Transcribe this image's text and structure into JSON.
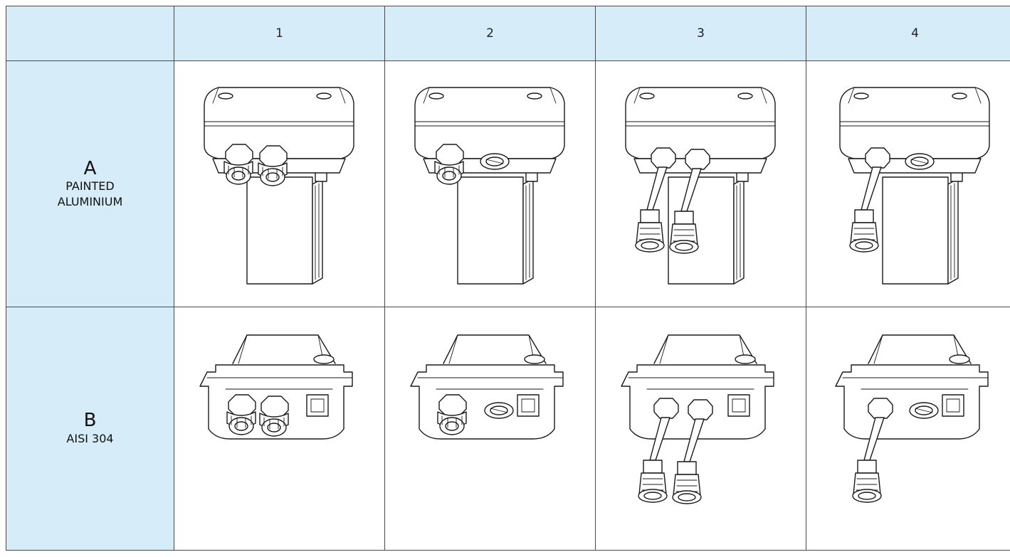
{
  "table": {
    "columns": [
      "",
      "1",
      "2",
      "3",
      "4"
    ],
    "rows": [
      {
        "letter": "A",
        "material_line1": "PAINTED",
        "material_line2": "ALUMINIUM",
        "cells": [
          {
            "variant": "two-cable-glands",
            "icon": "painted-aluminium-housing-two-cable-glands"
          },
          {
            "variant": "one-cable-gland-one-plug",
            "icon": "painted-aluminium-housing-one-gland-one-plug"
          },
          {
            "variant": "two-connectors",
            "icon": "painted-aluminium-housing-two-connectors"
          },
          {
            "variant": "one-connector-one-plug",
            "icon": "painted-aluminium-housing-one-connector-one-plug"
          }
        ]
      },
      {
        "letter": "B",
        "material_line1": "AISI 304",
        "material_line2": "",
        "cells": [
          {
            "variant": "two-cable-glands",
            "icon": "stainless-housing-two-cable-glands"
          },
          {
            "variant": "one-cable-gland-one-plug",
            "icon": "stainless-housing-one-gland-one-plug"
          },
          {
            "variant": "two-connectors",
            "icon": "stainless-housing-two-connectors"
          },
          {
            "variant": "one-connector-one-plug",
            "icon": "stainless-housing-one-connector-one-plug"
          }
        ]
      }
    ]
  }
}
